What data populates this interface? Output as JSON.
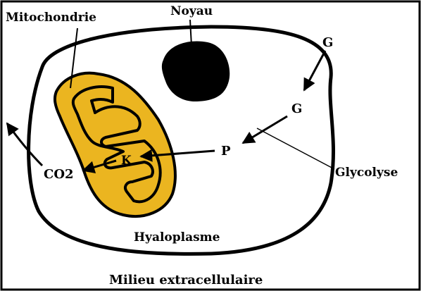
{
  "labels": {
    "mitochondrie": "Mitochondrie",
    "noyau": "Noyau",
    "g_outside": "G",
    "g_inside": "G",
    "p": "P",
    "k": "K",
    "co2": "CO2",
    "glycolyse": "Glycolyse",
    "hyaloplasme": "Hyaloplasme",
    "milieu": "Milieu extracellulaire"
  },
  "colors": {
    "mitochondria_fill": "#ebb520",
    "nucleus_fill": "#000000",
    "outline": "#000000",
    "background": "#ffffff"
  }
}
